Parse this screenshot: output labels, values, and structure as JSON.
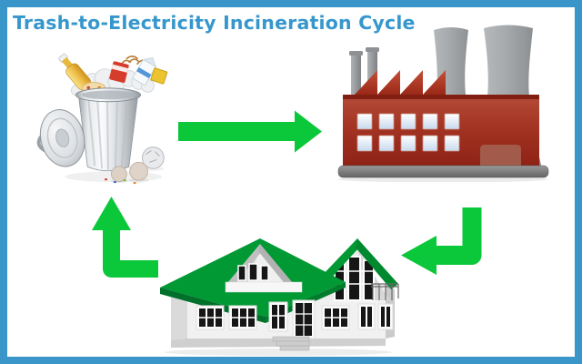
{
  "title": "Trash-to-Electricity Incineration Cycle",
  "colors": {
    "border_blue": "#3a96c8",
    "title_blue": "#3697cd",
    "arrow_green": "#0bc73a",
    "roof_green": "#009934",
    "roof_green_dark": "#00702a",
    "factory_red": "#a33322",
    "tower_gray": "#a7aaac",
    "house_wall": "#f1f1f1"
  },
  "diagram": {
    "type": "cycle",
    "nodes": [
      {
        "id": "trash",
        "icon": "trash-can-icon",
        "position": "top-left"
      },
      {
        "id": "incineration_plant",
        "icon": "factory-icon",
        "position": "top-right"
      },
      {
        "id": "house",
        "icon": "house-icon",
        "position": "bottom-center"
      }
    ],
    "edges": [
      {
        "from": "trash",
        "to": "incineration_plant",
        "shape": "straight-right-arrow"
      },
      {
        "from": "incineration_plant",
        "to": "house",
        "shape": "elbow-down-left-arrow"
      },
      {
        "from": "house",
        "to": "trash",
        "shape": "elbow-left-up-arrow"
      }
    ]
  }
}
